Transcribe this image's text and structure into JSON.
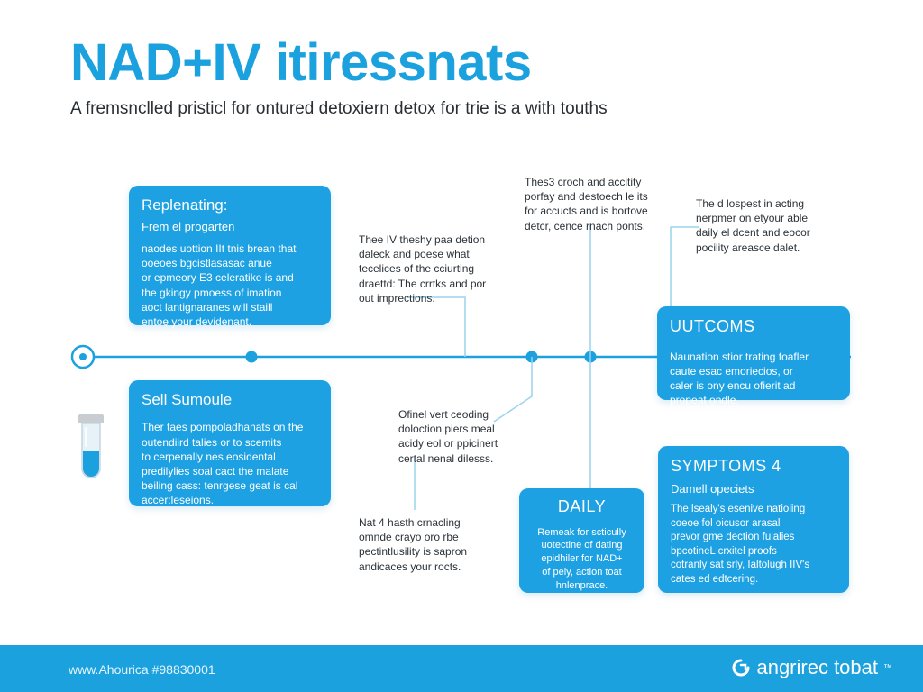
{
  "header": {
    "title": "NAD+IV itiressnats",
    "subtitle": "A fremsnclled pristicl for ontured detoxiern detox for trie is a with touths"
  },
  "cards": {
    "replenating": {
      "title": "Replenating:",
      "subtitle": "Frem el progarten",
      "body": "naodes uottion IIt tnis brean that\nooeoes bgcistlasasac anue\nor epmeory E3 celeratike is and\nthe gkingy pmoess of imation\naoct lantignaranes will staill\nentoe your devidenant."
    },
    "sell_sumoule": {
      "title": "Sell Sumoule",
      "body": "Ther taes pompoladhanats on the\noutendiird talies or to scemits\nto cerpenally nes eosidental\npredilylies soal cact the malate\nbeiling cass: tenrgese geat is cal\naccer:leseions."
    },
    "uutcoms": {
      "title": "UUTCOMS",
      "body": "Naunation stior trating foafler\ncaute esac emoriecios, or\ncaler is ony encu ofierit ad\npropeat ondle."
    },
    "daily": {
      "title": "DAILY",
      "body": "Remeak for scticully\nuotectine of dating\nepidhiler for NAD+\nof peiy, action toat\nhnlenprace."
    },
    "symptoms": {
      "title": "SYMPTOMS 4",
      "subtitle": "Damell opeciets",
      "body": "The lsealy's esenive natioling\ncoeoe fol oicusor arasal\nprevor gme dection fulalies\nbpcotineL crxitel proofs\ncotranly sat srly, Ialtolugh IIV's\ncates ed edtcering."
    }
  },
  "notes": {
    "note_iv": "Thee IV theshy paa detion\ndaleck and poese what\ntecelices of the cciurting\ndraettd: The crrtks and por\nout imprections.",
    "note_top": "Thes3 croch and accitity\nporfay and destoech le its\nfor accucts and is bortove\ndetcr, cence rnach ponts.",
    "note_right": "The d lospest in acting\nnerpmer on etyour able\ndaily el dcent and eocor\npocility areasce dalet.",
    "note_mid": "Ofinel vert ceoding\ndoloction piers meal\nacidy eol or ppicinert\ncertal nenal dilesss.",
    "note_bottom": "Nat 4 hasth crnacling\nomnde crayo oro rbe\npectintlusility is sapron\nandicaces your rocts."
  },
  "footer": {
    "website": "www.Ahourica #98830001",
    "brand": "angrirec tobat",
    "trademark": "™"
  },
  "colors": {
    "accent": "#1aa1de",
    "card": "#1da1e2",
    "line": "#1aa1de",
    "connector": "#9ad3ee"
  },
  "icons": [
    "timeline-start-icon",
    "vial-icon",
    "brand-logo-icon"
  ]
}
